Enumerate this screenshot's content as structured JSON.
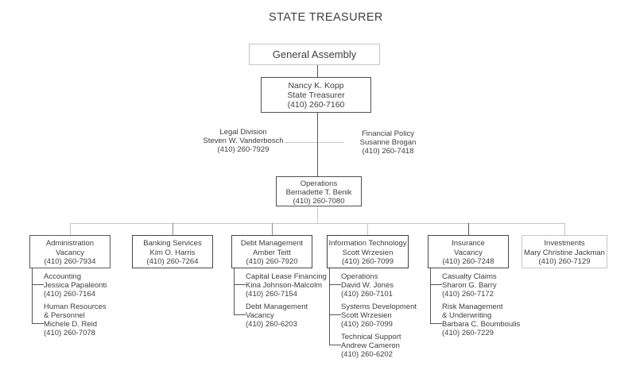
{
  "title": "STATE TREASURER",
  "colors": {
    "text": "#3e3e3e",
    "box_border_dark": "#4f4f4f",
    "box_border_light": "#c6c6c6",
    "connector_dark": "#555555",
    "connector_mid": "#8a8a8a",
    "connector_light": "#c6c6c6",
    "background": "#ffffff"
  },
  "general_assembly": {
    "label": "General Assembly"
  },
  "treasurer": {
    "name": "Nancy K. Kopp",
    "title": "State Treasurer",
    "phone": "(410) 260-7160"
  },
  "advisors": [
    {
      "title": "Legal Division",
      "name": "Steven W. Vanderbosch",
      "phone": "(410) 260-7929"
    },
    {
      "title": "Financial Policy",
      "name": "Susanne Brogan",
      "phone": "(410) 260-7418"
    }
  ],
  "operations": {
    "title": "Operations",
    "name": "Bernadette T. Benik",
    "phone": "(410) 260-7080"
  },
  "divisions": [
    {
      "title": "Administration",
      "name": "Vacancy",
      "phone": "(410) 260-7934",
      "units": [
        {
          "title": "Accounting",
          "name": "Jessica Papaleonti",
          "phone": "(410) 260-7164"
        },
        {
          "title": "Human Resources\n& Personnel",
          "name": "Michele D. Reid",
          "phone": "(410) 260-7078"
        }
      ]
    },
    {
      "title": "Banking Services",
      "name": "Kim O. Harris",
      "phone": "(410) 260-7264",
      "units": []
    },
    {
      "title": "Debt Management",
      "name": "Amber Teitt",
      "phone": "(410) 260-7920",
      "units": [
        {
          "title": "Capital Lease Financing",
          "name": "Kina Johnson-Malcolm",
          "phone": "(410) 260-7154"
        },
        {
          "title": "Debt Management",
          "name": "Vacancy",
          "phone": "(410) 260-6203"
        }
      ]
    },
    {
      "title": "Information Technology",
      "name": "Scott Wrzesien",
      "phone": "(410) 260-7099",
      "units": [
        {
          "title": "Operations",
          "name": "David W. Jones",
          "phone": "(410) 260-7101"
        },
        {
          "title": "Systems Development",
          "name": "Scott Wrzesien",
          "phone": "(410) 260-7099"
        },
        {
          "title": "Technical Support",
          "name": "Andrew Cameron",
          "phone": "(410) 260-6202"
        }
      ]
    },
    {
      "title": "Insurance",
      "name": "Vacancy",
      "phone": "(410) 260-7248",
      "units": [
        {
          "title": "Casualty Claims",
          "name": "Sharon G. Barry",
          "phone": "(410) 260-7172"
        },
        {
          "title": "Risk Management\n& Underwriting",
          "name": "Barbara C. Boumboulis",
          "phone": "(410) 260-7229"
        }
      ]
    },
    {
      "title": "Investments",
      "name": "Mary Christine Jackman",
      "phone": "(410) 260-7129",
      "units": []
    }
  ]
}
